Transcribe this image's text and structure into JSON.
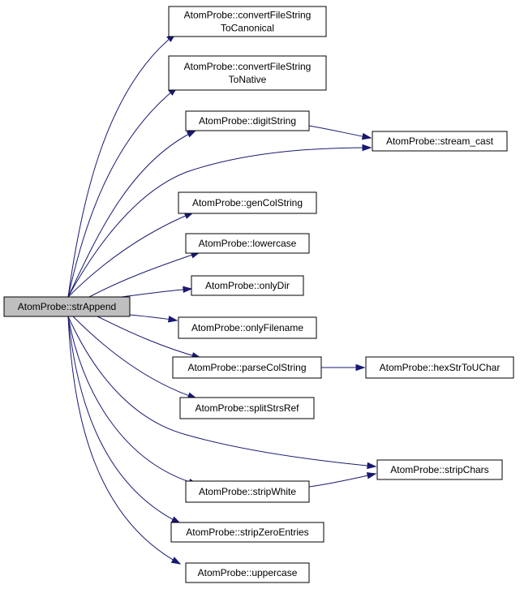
{
  "graph": {
    "title": "",
    "edge_color": "#191970",
    "root_fill": "#bfbfbf",
    "nodes": [
      {
        "id": "strAppend",
        "lines": [
          "AtomProbe::strAppend"
        ]
      },
      {
        "id": "convertFileStringToCanonical",
        "lines": [
          "AtomProbe::convertFileString",
          "ToCanonical"
        ]
      },
      {
        "id": "convertFileStringToNative",
        "lines": [
          "AtomProbe::convertFileString",
          "ToNative"
        ]
      },
      {
        "id": "digitString",
        "lines": [
          "AtomProbe::digitString"
        ]
      },
      {
        "id": "stream_cast",
        "lines": [
          "AtomProbe::stream_cast"
        ]
      },
      {
        "id": "genColString",
        "lines": [
          "AtomProbe::genColString"
        ]
      },
      {
        "id": "lowercase",
        "lines": [
          "AtomProbe::lowercase"
        ]
      },
      {
        "id": "onlyDir",
        "lines": [
          "AtomProbe::onlyDir"
        ]
      },
      {
        "id": "onlyFilename",
        "lines": [
          "AtomProbe::onlyFilename"
        ]
      },
      {
        "id": "parseColString",
        "lines": [
          "AtomProbe::parseColString"
        ]
      },
      {
        "id": "hexStrToUChar",
        "lines": [
          "AtomProbe::hexStrToUChar"
        ]
      },
      {
        "id": "splitStrsRef",
        "lines": [
          "AtomProbe::splitStrsRef"
        ]
      },
      {
        "id": "stripChars",
        "lines": [
          "AtomProbe::stripChars"
        ]
      },
      {
        "id": "stripWhite",
        "lines": [
          "AtomProbe::stripWhite"
        ]
      },
      {
        "id": "stripZeroEntries",
        "lines": [
          "AtomProbe::stripZeroEntries"
        ]
      },
      {
        "id": "uppercase",
        "lines": [
          "AtomProbe::uppercase"
        ]
      }
    ],
    "edges": [
      {
        "from": "strAppend",
        "to": "convertFileStringToCanonical"
      },
      {
        "from": "strAppend",
        "to": "convertFileStringToNative"
      },
      {
        "from": "strAppend",
        "to": "digitString"
      },
      {
        "from": "strAppend",
        "to": "stream_cast"
      },
      {
        "from": "strAppend",
        "to": "genColString"
      },
      {
        "from": "strAppend",
        "to": "lowercase"
      },
      {
        "from": "strAppend",
        "to": "onlyDir"
      },
      {
        "from": "strAppend",
        "to": "onlyFilename"
      },
      {
        "from": "strAppend",
        "to": "parseColString"
      },
      {
        "from": "strAppend",
        "to": "splitStrsRef"
      },
      {
        "from": "strAppend",
        "to": "stripChars"
      },
      {
        "from": "strAppend",
        "to": "stripWhite"
      },
      {
        "from": "strAppend",
        "to": "stripZeroEntries"
      },
      {
        "from": "strAppend",
        "to": "uppercase"
      },
      {
        "from": "digitString",
        "to": "stream_cast"
      },
      {
        "from": "parseColString",
        "to": "hexStrToUChar"
      },
      {
        "from": "stripWhite",
        "to": "stripChars"
      }
    ]
  }
}
